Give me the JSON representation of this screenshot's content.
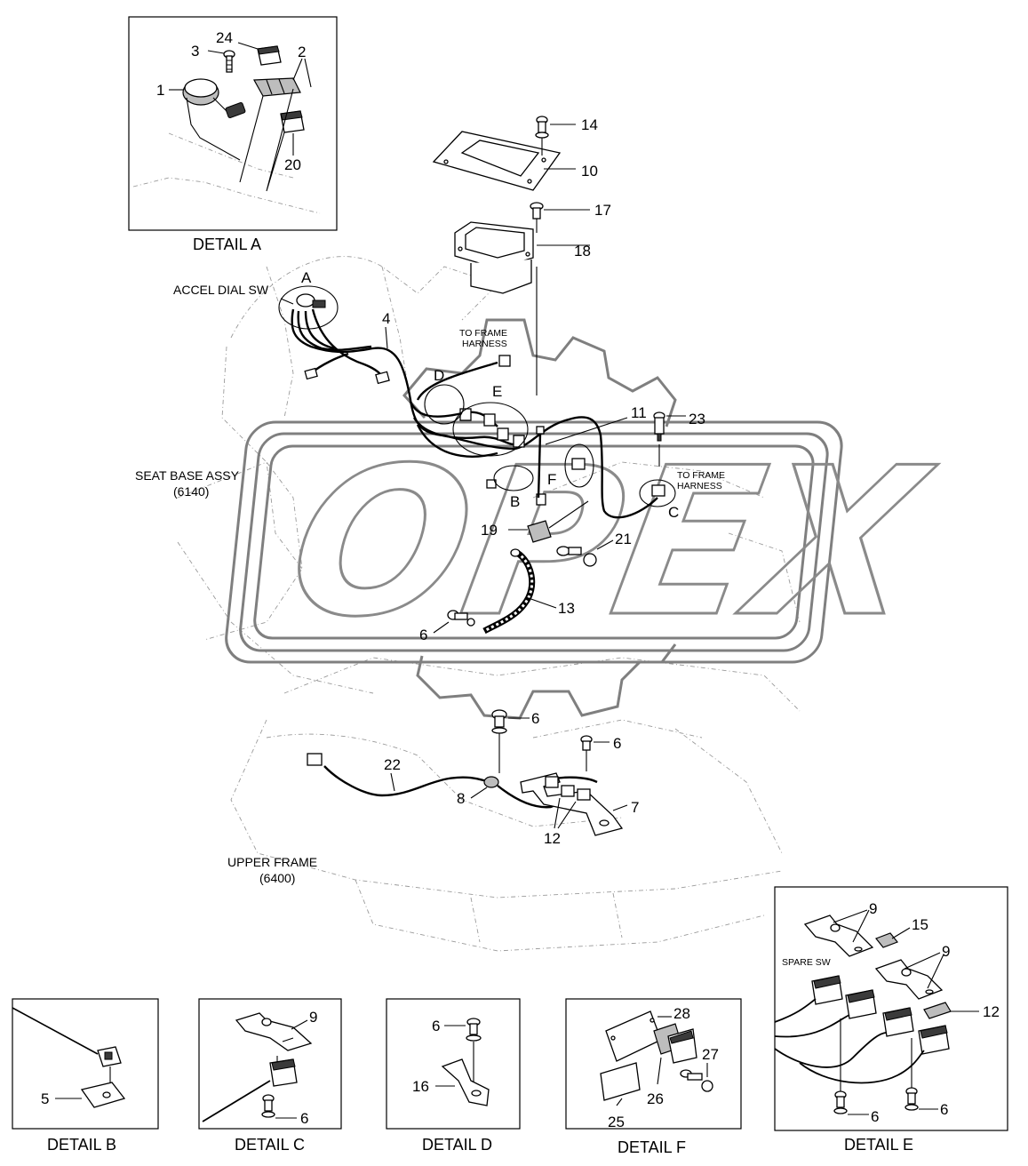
{
  "callouts": {
    "n1": "1",
    "n2": "2",
    "n3": "3",
    "n4": "4",
    "n5": "5",
    "n6": "6",
    "n7": "7",
    "n8": "8",
    "n9": "9",
    "n10": "10",
    "n11": "11",
    "n12": "12",
    "n13": "13",
    "n14": "14",
    "n15": "15",
    "n16": "16",
    "n17": "17",
    "n18": "18",
    "n19": "19",
    "n20": "20",
    "n21": "21",
    "n22": "22",
    "n23": "23",
    "n24": "24",
    "n25": "25",
    "n26": "26",
    "n27": "27",
    "n28": "28"
  },
  "detail_letters": {
    "a": "A",
    "b": "B",
    "c": "C",
    "d": "D",
    "e": "E",
    "f": "F"
  },
  "labels": {
    "accel_dial_sw": "ACCEL DIAL SW",
    "to_frame_harness_1": "TO FRAME",
    "to_frame_harness_2": "HARNESS",
    "seat_base_assy": "SEAT BASE ASSY",
    "seat_base_no": "(6140)",
    "upper_frame": "UPPER FRAME",
    "upper_frame_no": "(6400)",
    "spare_sw": "SPARE SW"
  },
  "captions": {
    "detail_a": "DETAIL  A",
    "detail_b": "DETAIL  B",
    "detail_c": "DETAIL  C",
    "detail_d": "DETAIL  D",
    "detail_f": "DETAIL F",
    "detail_e": "DETAIL  E"
  },
  "watermark": {
    "text": "OPEX"
  }
}
